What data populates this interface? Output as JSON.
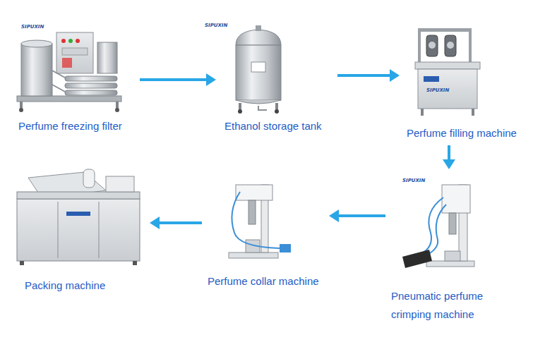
{
  "diagram": {
    "nodes": [
      {
        "text": [
          "Perfume freezing filter"
        ]
      },
      {
        "text": [
          "Ethanol storage tank"
        ]
      },
      {
        "text": [
          "Perfume filling machine"
        ]
      },
      {
        "text": [
          "Pneumatic perfume crimping machine"
        ]
      },
      {
        "text": [
          "Perfume collar machine"
        ]
      },
      {
        "text": [
          "Packing machine"
        ]
      }
    ],
    "edges": [
      {
        "from": 0,
        "to": 1,
        "arrow": "to"
      },
      {
        "from": 1,
        "to": 2,
        "arrow": "to"
      },
      {
        "from": 2,
        "to": 3,
        "arrow": "to"
      },
      {
        "from": 3,
        "to": 4,
        "arrow": "to"
      },
      {
        "from": 4,
        "to": 5,
        "arrow": "to"
      }
    ],
    "labels": [
      "SIPUXIN",
      "SIPUXIN",
      "SIPUXIN",
      "SIPUXIN"
    ]
  }
}
